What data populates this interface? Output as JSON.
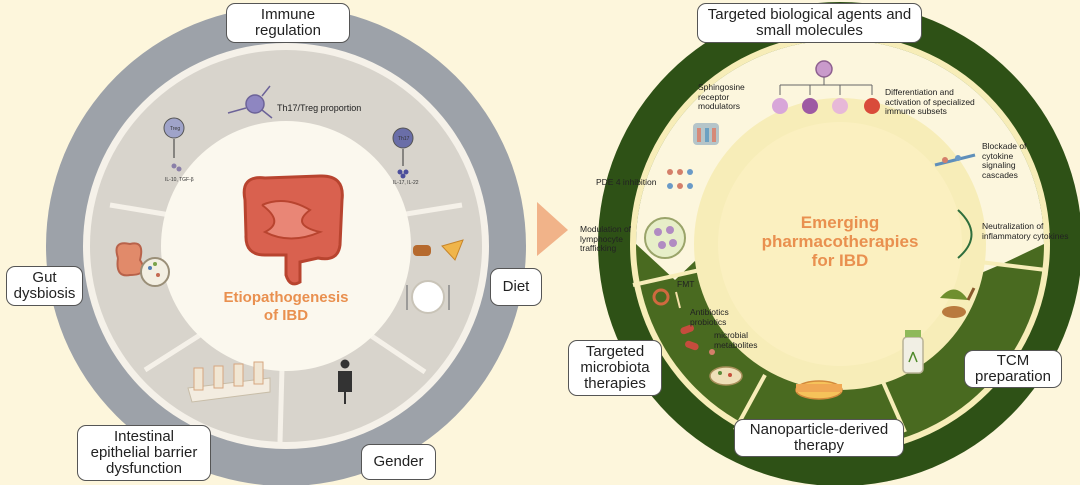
{
  "left": {
    "center_title": "Etiopathogenesis\nof IBD",
    "labels": {
      "immune": "Immune regulation",
      "gut": "Gut dysbiosis",
      "diet": "Diet",
      "barrier": "Intestinal epithelial barrier dysfunction",
      "gender": "Gender"
    },
    "inner": {
      "th17_treg": "Th17/Treg proportion",
      "treg_cell": "Treg",
      "th17_cell": "Th17",
      "treg_cytokines": "IL-10, TGF-β",
      "th17_cytokines": "IL-17, IL-22"
    }
  },
  "right": {
    "center_title": "Emerging\npharmacotherapies\nfor IBD",
    "labels": {
      "targeted": "Targeted biological agents and small molecules",
      "microbiota": "Targeted microbiota therapies",
      "nano": "Nanoparticle-derived therapy",
      "tcm": "TCM preparation"
    },
    "inner": {
      "s1p": "Sphingosine receptor modulators",
      "differentiation": "Differentiation and activation of specialized immune subsets",
      "blockade": "Blockade of cytokine signaling cascades",
      "pde4": "PDE 4 inhibition",
      "lymphocyte": "Modulation of lymphocyte trafficking",
      "neutralization": "Neutralization of inflammatory cytokines",
      "fmt": "FMT",
      "antibiotics": "Antibiotics probiotics",
      "metabolites": "microbial metabolites"
    }
  },
  "colors": {
    "background": "#fdf6dc",
    "left_ring": "#9da2a9",
    "left_sector": "#d8d4cc",
    "right_ring": "#2e5116",
    "right_sector": "#496a20",
    "right_core": "#f7edb8",
    "title_orange": "#e9904f",
    "arrow": "#f1b389"
  }
}
